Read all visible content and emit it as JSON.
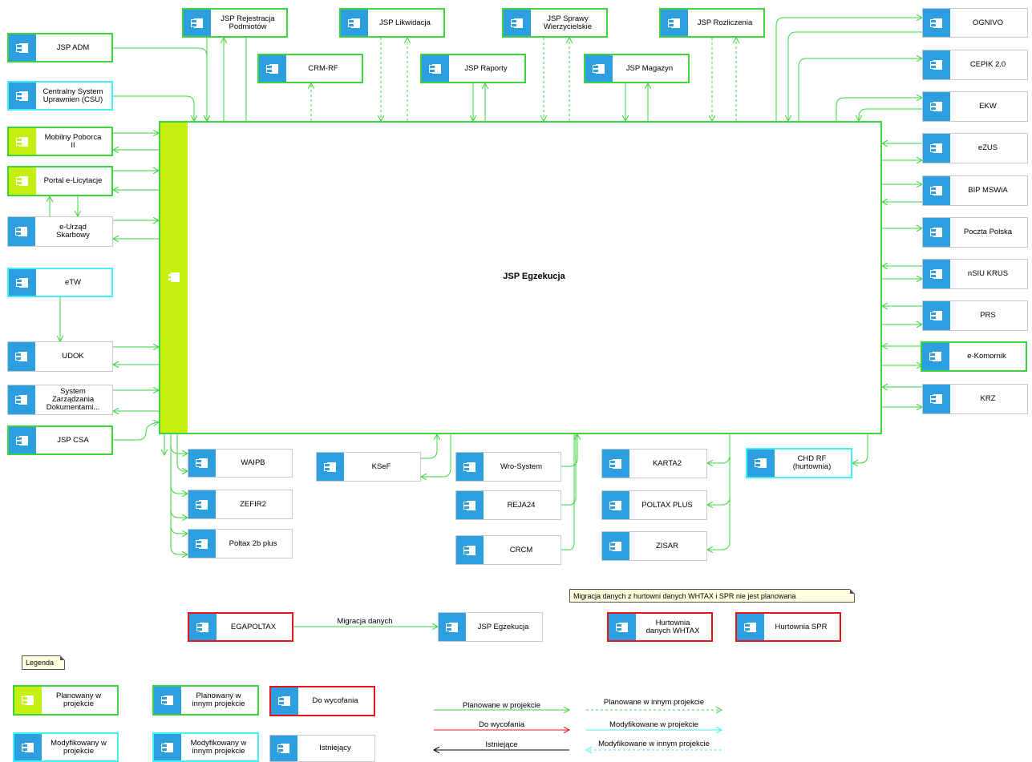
{
  "main_system": "JSP Egzekucja",
  "top_boxes": {
    "rejestracja": "JSP Rejestracja\nPodmiotów",
    "likwidacja": "JSP Likwidacja",
    "sprawy": "JSP Sprawy\nWierzycielskie",
    "rozliczenia": "JSP Rozliczenia",
    "crm": "CRM-RF",
    "raporty": "JSP Raporty",
    "magazyn": "JSP Magazyn"
  },
  "left_boxes": {
    "adm": "JSP ADM",
    "csu": "Centralny System\nUprawnien (CSU)",
    "mobilny": "Mobilny Poborca\nII",
    "licytacje": "Portal e-Licytacje",
    "eurzad": "e-Urząd\nSkarbowy",
    "etw": "eTW",
    "udok": "UDOK",
    "szd": "System\nZarządzania\nDokumentami...",
    "csa": "JSP CSA"
  },
  "right_boxes": {
    "ognivo": "OGNIVO",
    "cepik": "CEPIK 2.0",
    "ekw": "EKW",
    "ezus": "eZUS",
    "bip": "BIP MSWiA",
    "poczta": "Poczta Polska",
    "nsiu": "nSIU KRUS",
    "prs": "PRS",
    "ekomornik": "e-Komornik",
    "krz": "KRZ"
  },
  "bottom_boxes": {
    "waipb": "WAIPB",
    "zefir": "ZEFIR2",
    "poltax2b": "Poltax 2b plus",
    "ksef": "KSeF",
    "wro": "Wro-System",
    "reja": "REJA24",
    "crcm": "CRCM",
    "karta": "KARTA2",
    "poltaxplus": "POLTAX PLUS",
    "zisar": "ZISAR",
    "chd": "CHD RF\n(hurtownia)"
  },
  "migration": {
    "source": "EGAPOLTAX",
    "label": "Migracja danych",
    "target": "JSP Egzekucja",
    "note": "Migracja danych z hurtowni danych WHTAX i SPR nie jest planowana",
    "whtax": "Hurtownia\ndanych WHTAX",
    "spr": "Hurtownia SPR"
  },
  "legend": {
    "title": "Legenda",
    "planned": "Planowany w\nprojekcie",
    "planned_other": "Planowany w\ninnym projekcie",
    "retire": "Do wycofania",
    "modified": "Modyfikowany w\nprojekcie",
    "modified_other": "Modyfikowany w\ninnym projekcie",
    "existing": "Istniejący",
    "line_planned": "Planowane w projekcie",
    "line_retire": "Do wycofania",
    "line_existing": "Istniejące",
    "line_planned_other": "Planowane w innym projekcie",
    "line_modified": "Modyfikowane w projekcie",
    "line_modified_other": "Modyfikowane w innym projekcie"
  },
  "colors": {
    "planned_green": "#3cd63c",
    "planned_fill": "#c4ef0f",
    "retire_red": "#e8141b",
    "modified_cyan": "#3ff0f5",
    "icon_blue": "#2d9ee0",
    "existing_black": "#000000"
  }
}
